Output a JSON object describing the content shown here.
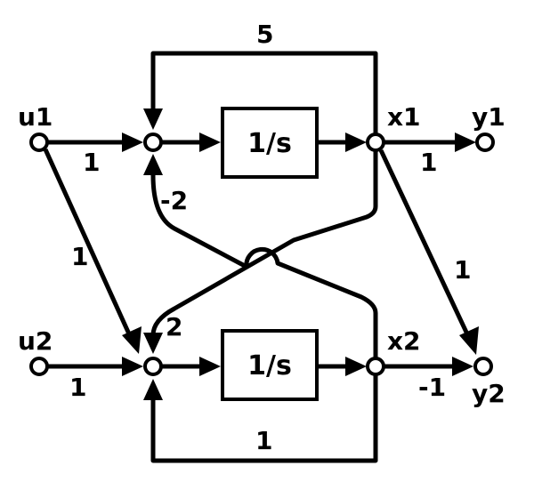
{
  "nodes": {
    "u1": "u1",
    "u2": "u2",
    "x1": "x1",
    "x2": "x2",
    "y1": "y1",
    "y2": "y2"
  },
  "blocks": {
    "upper": "1/s",
    "lower": "1/s"
  },
  "gains": {
    "u1_to_sum1": "1",
    "u1_to_sum2": "1",
    "u2_to_sum2": "1",
    "x1_feedback_to_sum1": "5",
    "x2_to_sum1": "-2",
    "x1_to_sum2": "2",
    "x2_feedback_to_sum2": "1",
    "x1_to_y1": "1",
    "x1_to_y2": "1",
    "x2_to_y2": "-1"
  },
  "colors": {
    "stroke": "#000000",
    "background": "#ffffff"
  }
}
